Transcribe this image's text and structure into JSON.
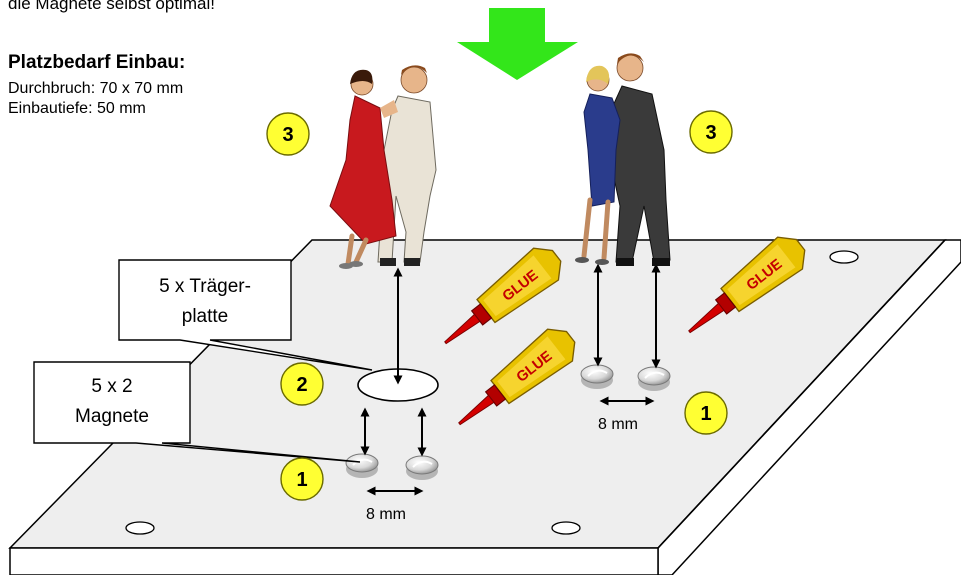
{
  "intro_text": "die Magnete selbst optimal!",
  "space_requirements": {
    "heading": "Platzbedarf Einbau:",
    "cutout": "Durchbruch: 70 x 70 mm",
    "depth": "Einbautiefe: 50 mm"
  },
  "callouts": {
    "carrier_plate": [
      "5 x Träger-",
      "platte"
    ],
    "magnets": [
      "5 x 2",
      "Magnete"
    ]
  },
  "step_numbers": {
    "magnets": "1",
    "carrier_plate": "2",
    "figures": "3"
  },
  "dimension_label": "8 mm",
  "glue_label": "GLUE",
  "colors": {
    "arrow_green": "#33e61a",
    "step_badge": "#ffff33",
    "glue_tube": "#e8c200",
    "glue_nozzle": "#d40000",
    "dress_red": "#c8191e",
    "dress_blue": "#2a3c8c"
  }
}
